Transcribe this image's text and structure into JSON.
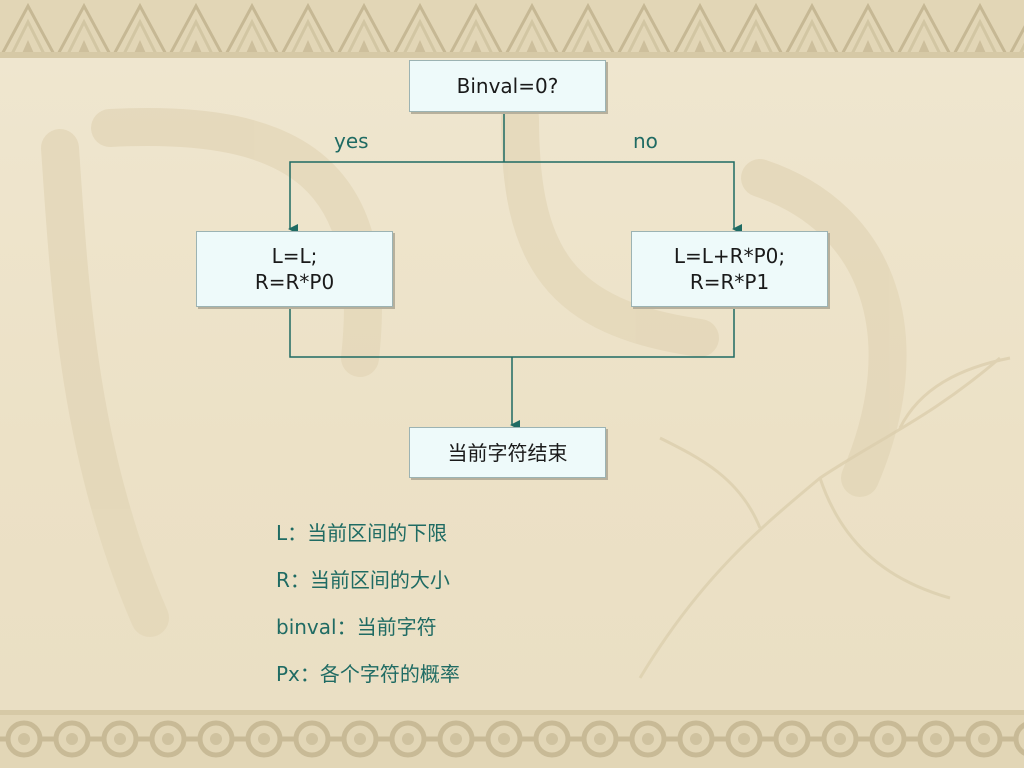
{
  "flow": {
    "decision": "Binval=0?",
    "yes_label": "yes",
    "no_label": "no",
    "left_box": {
      "line1": "L=L;",
      "line2": "R=R*P0"
    },
    "right_box": {
      "line1": "L=L+R*P0;",
      "line2": "R=R*P1"
    },
    "end_box": "当前字符结束"
  },
  "legend": [
    "L：当前区间的下限",
    "R：当前区间的大小",
    "binval：当前字符",
    "Px：各个字符的概率"
  ],
  "colors": {
    "accent": "#1f6b63",
    "box_fill": "#eefafa",
    "background": "#efe6cf"
  }
}
